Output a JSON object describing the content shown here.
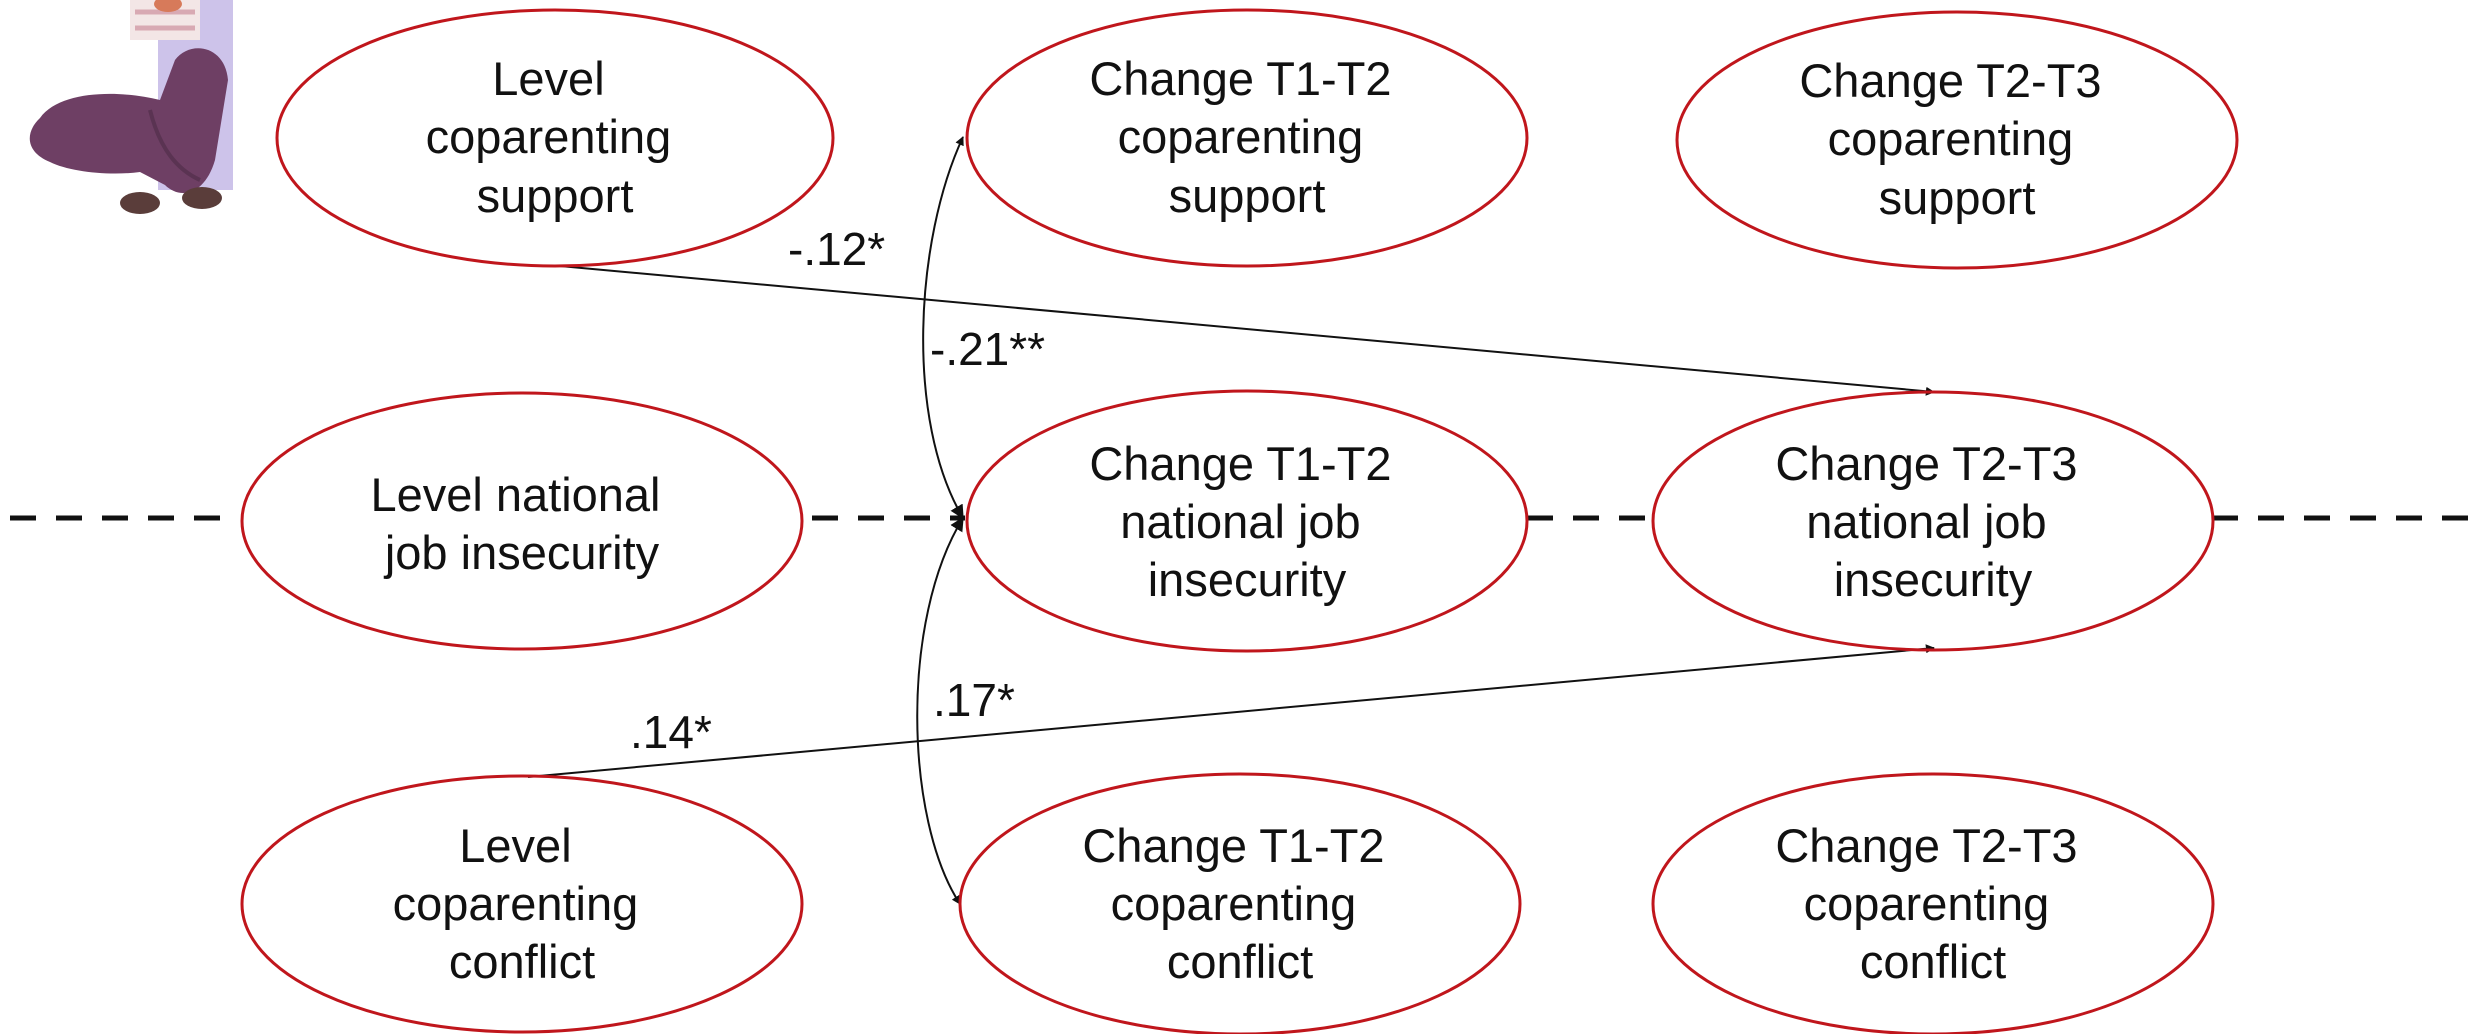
{
  "colors": {
    "node_outline": "#c0161c",
    "arrow": "#111111",
    "dashed_line": "#111111"
  },
  "nodes": {
    "level_support": [
      "Level",
      "coparenting",
      "support"
    ],
    "change12_support": [
      "Change T1-T2",
      "coparenting",
      "support"
    ],
    "change23_support": [
      "Change T2-T3",
      "coparenting",
      "support"
    ],
    "level_insecurity": [
      "Level national",
      "job insecurity"
    ],
    "change12_insecurity": [
      "Change T1-T2",
      "national job",
      "insecurity"
    ],
    "change23_insecurity": [
      "Change T2-T3",
      "national job",
      "insecurity"
    ],
    "level_conflict": [
      "Level",
      "coparenting",
      "conflict"
    ],
    "change12_conflict": [
      "Change T1-T2",
      "coparenting",
      "conflict"
    ],
    "change23_conflict": [
      "Change T2-T3",
      "coparenting",
      "conflict"
    ]
  },
  "paths": {
    "support_to_change23_insecurity": "-.12*",
    "cov_change12_support_insecurity": "-.21**",
    "cov_change12_insecurity_conflict": ".17*",
    "conflict_to_change23_insecurity": ".14*"
  },
  "decor": {
    "illustration": "person-sitting-illustration"
  }
}
